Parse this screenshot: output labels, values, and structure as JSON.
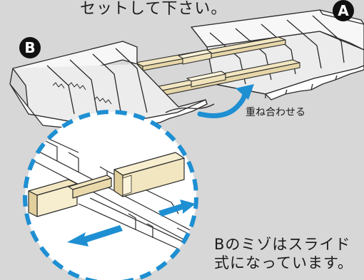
{
  "instruction_text": "セットして下さい。",
  "badge_a": "A",
  "badge_b": "B",
  "overlap_label": "重ね合わせる",
  "caption_line1": "Bのミゾはスライド",
  "caption_line2": "式になっています。",
  "colors": {
    "background": "#d7d7d7",
    "tray": "#ffffff",
    "outline": "#2a2a2a",
    "wood": "#f2e6c1",
    "arrow_blue": "#1e8fd2",
    "badge": "#111111"
  }
}
